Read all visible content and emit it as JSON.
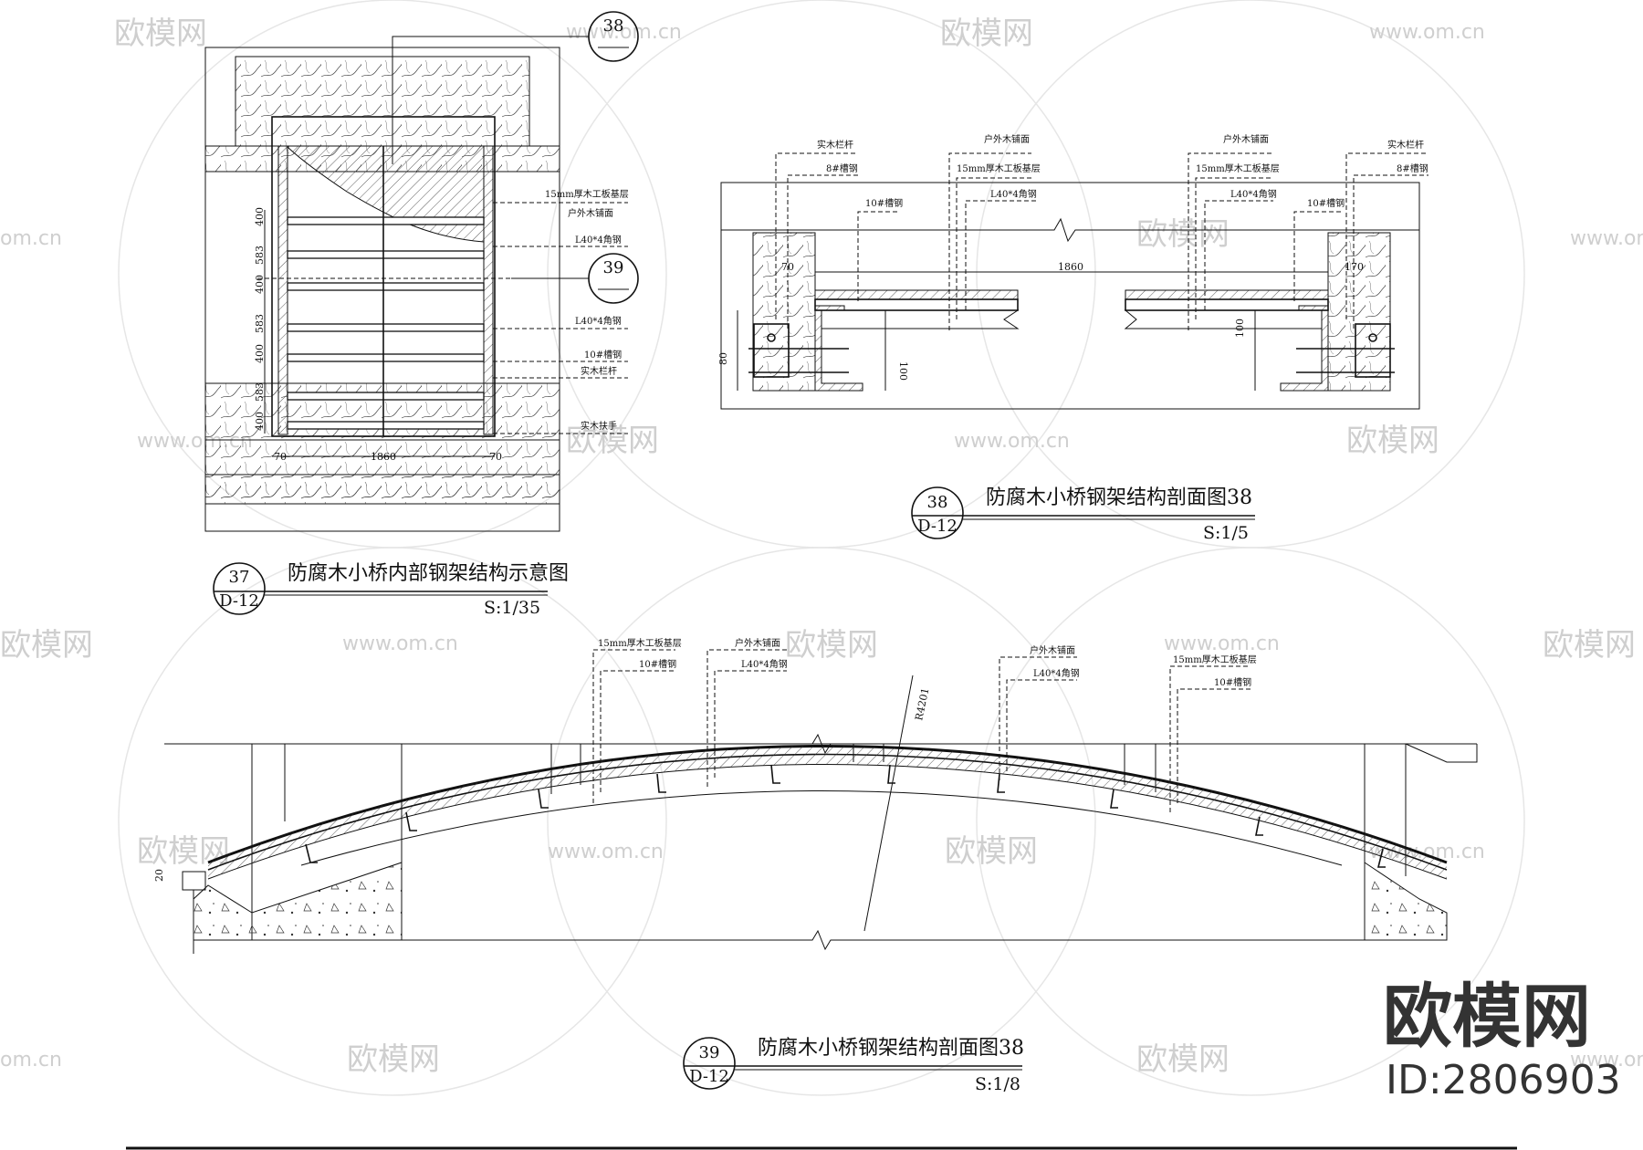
{
  "watermarks": {
    "brand": "欧模网",
    "site": "www.om.cn",
    "site_short": "om.cn"
  },
  "brand_mark": {
    "name": "欧模网",
    "id_text": "ID:2806903"
  },
  "drawing37": {
    "callout_top": "38",
    "callout_side": "39",
    "labels": {
      "plywood": "15mm厚木工板基层",
      "deck": "户外木铺面",
      "angle1": "L40*4角钢",
      "angle2": "L40*4角钢",
      "channel": "10#槽钢",
      "post": "实木栏杆",
      "handrail": "实木扶手"
    },
    "dims": {
      "width": "1860",
      "end_left": "70",
      "end_right": "70",
      "s1": "400",
      "s2": "583",
      "s3": "400",
      "s4": "583",
      "s5": "400",
      "s6": "583",
      "s7": "400"
    },
    "title": "防腐木小桥内部钢架结构示意图",
    "ref_num": "37",
    "ref_sheet": "D-12",
    "scale": "S:1/35"
  },
  "drawing38": {
    "labels": {
      "post_l": "实木栏杆",
      "ch8_l": "8#槽钢",
      "ch10_l": "10#槽钢",
      "deck_l": "户外木铺面",
      "ply_l": "15mm厚木工板基层",
      "angle_l": "L40*4角钢",
      "deck_r": "户外木铺面",
      "ply_r": "15mm厚木工板基层",
      "angle_r": "L40*4角钢",
      "ch10_r": "10#槽钢",
      "post_r": "实木栏杆",
      "ch8_r": "8#槽钢"
    },
    "dims": {
      "span": "1860",
      "left": "70",
      "right": "170",
      "height": "80",
      "ch_l": "100",
      "ch_r": "100"
    },
    "title": "防腐木小桥钢架结构剖面图38",
    "ref_num": "38",
    "ref_sheet": "D-12",
    "scale": "S:1/5"
  },
  "drawing39": {
    "labels": {
      "ply_a": "15mm厚木工板基层",
      "ch_a": "10#槽钢",
      "deck_b": "户外木铺面",
      "angle_b": "L40*4角钢",
      "deck_c": "户外木铺面",
      "angle_c": "L40*4角钢",
      "ply_d": "15mm厚木工板基层",
      "ch_d": "10#槽钢"
    },
    "dims": {
      "radius": "R4201",
      "step": "20"
    },
    "title": "防腐木小桥钢架结构剖面图38",
    "ref_num": "39",
    "ref_sheet": "D-12",
    "scale": "S:1/8"
  }
}
